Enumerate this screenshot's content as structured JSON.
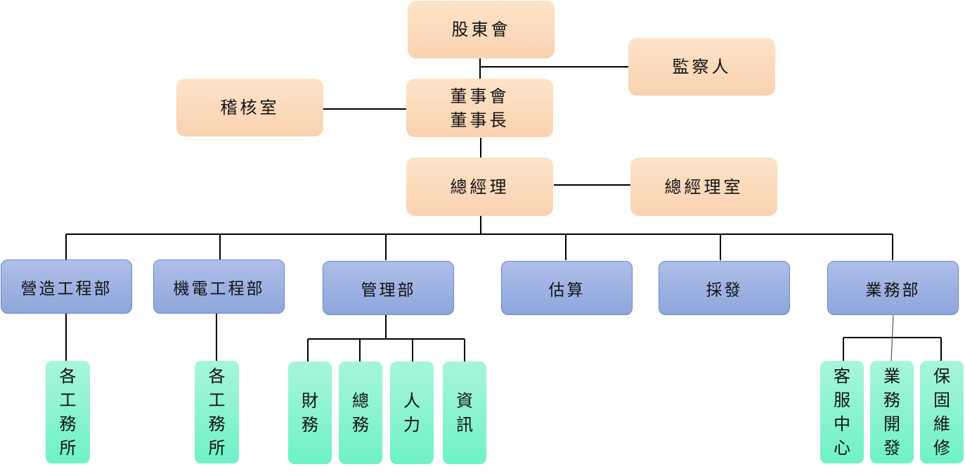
{
  "top": {
    "shareholders": "股東會",
    "supervisor": "監察人",
    "audit": "稽核室",
    "board_line1": "董事會",
    "board_line2": "董事長",
    "gm": "總經理",
    "gm_office": "總經理室"
  },
  "departments": [
    "營造工程部",
    "機電工程部",
    "管理部",
    "估算",
    "採發",
    "業務部"
  ],
  "sub_units": {
    "construction": [
      "各",
      "工",
      "務",
      "所"
    ],
    "mep": [
      "各",
      "工",
      "務",
      "所"
    ],
    "finance": [
      "財",
      "務"
    ],
    "general_affairs": [
      "總",
      "務"
    ],
    "hr": [
      "人",
      "力"
    ],
    "it": [
      "資",
      "訊"
    ],
    "customer_service": [
      "客",
      "服",
      "中",
      "心"
    ],
    "business_dev": [
      "業",
      "務",
      "開",
      "發"
    ],
    "warranty": [
      "保",
      "固",
      "維",
      "修"
    ]
  }
}
